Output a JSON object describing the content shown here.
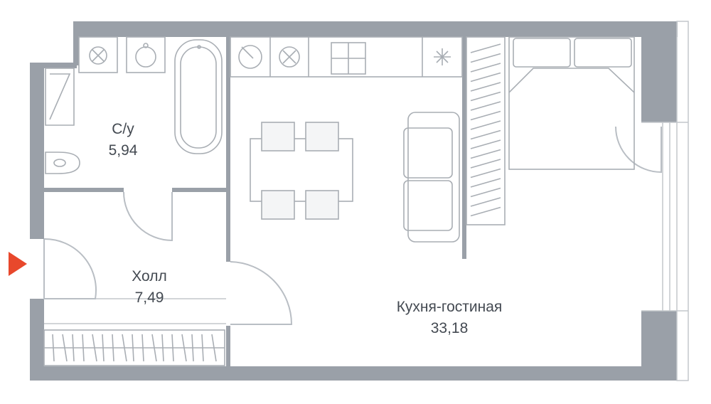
{
  "rooms": {
    "bathroom": {
      "name": "С/у",
      "area": "5,94"
    },
    "hall": {
      "name": "Холл",
      "area": "7,49"
    },
    "living": {
      "name": "Кухня-гостиная",
      "area": "33,18"
    }
  },
  "colors": {
    "wall": "#9aa0a8",
    "entrance_marker": "#e8482c",
    "fixture_line": "#a9aeb4"
  },
  "icons": [
    "entrance-arrow-icon",
    "sink-icon",
    "cooktop-icon",
    "toilet-icon"
  ]
}
